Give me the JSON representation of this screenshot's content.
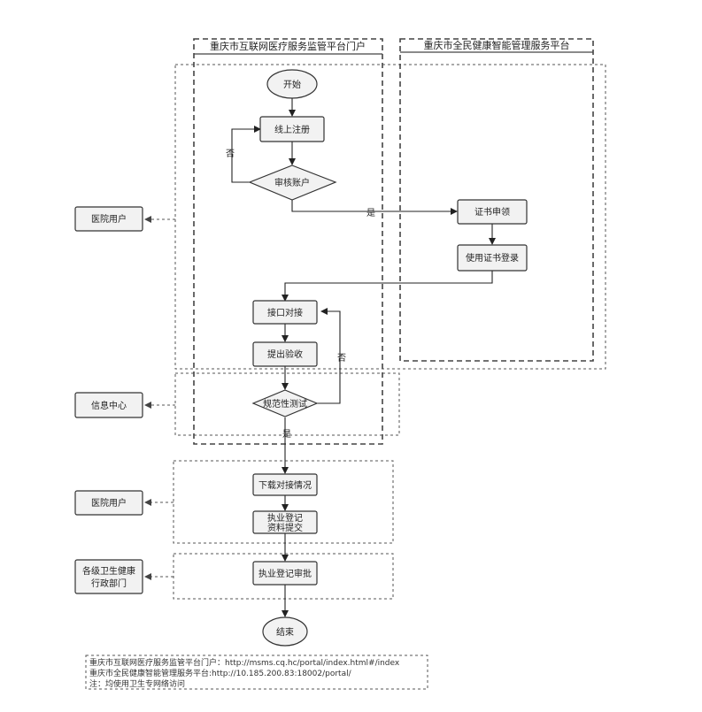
{
  "lanes": {
    "portal_title": "重庆市互联网医疗服务监管平台门户",
    "health_title": "重庆市全民健康智能管理服务平台"
  },
  "nodes": {
    "start": "开始",
    "register": "线上注册",
    "review_account": "审核账户",
    "cert_apply": "证书申领",
    "cert_login": "使用证书登录",
    "interface": "接口对接",
    "submit_check": "提出验收",
    "standard_test": "规范性测试",
    "download": "下载对接情况",
    "reg_line1": "执业登记",
    "reg_line2": "资料提交",
    "approve": "执业登记审批",
    "end": "结束"
  },
  "actors": {
    "hospital_user_1": "医院用户",
    "info_center": "信息中心",
    "hospital_user_2": "医院用户",
    "admin_line1": "各级卫生健康",
    "admin_line2": "行政部门"
  },
  "edge_labels": {
    "no_1": "否",
    "yes_1": "是",
    "no_2": "否",
    "yes_2": "是"
  },
  "notes": {
    "line1": "重庆市互联网医疗服务监管平台门户：http://msms.cq.hc/portal/index.html#/index",
    "line2": "重庆市全民健康智能管理服务平台:http://10.185.200.83:18002/portal/",
    "line3": "注：均使用卫生专网络访问"
  }
}
